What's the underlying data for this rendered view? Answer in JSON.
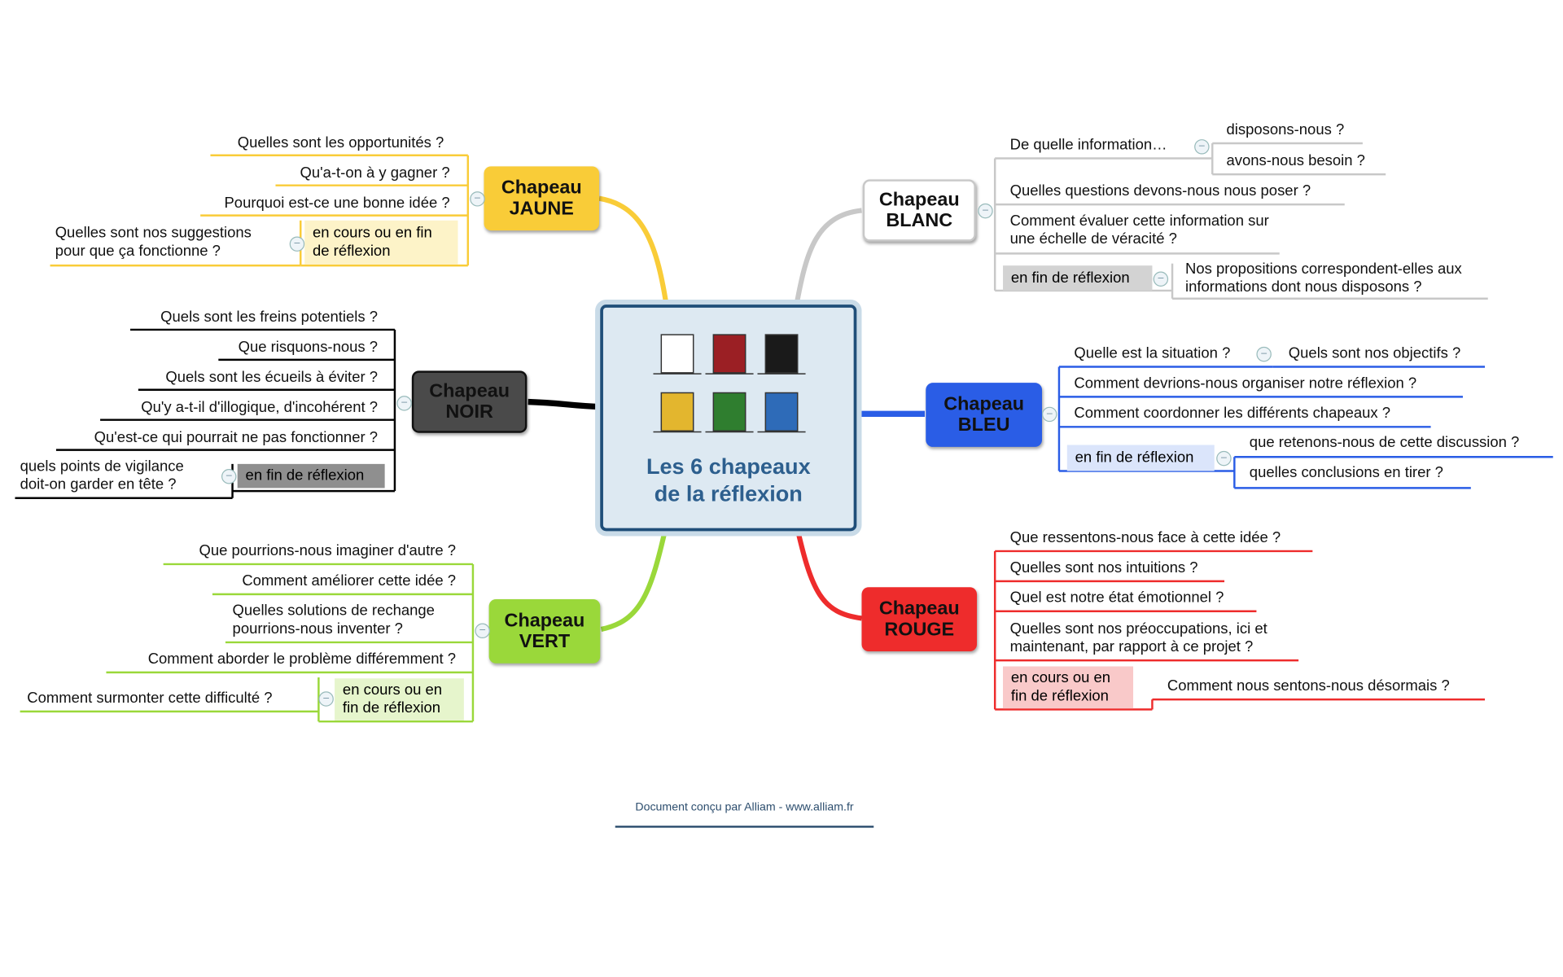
{
  "center": {
    "title_line1": "Les 6 chapeaux",
    "title_line2": "de la réflexion"
  },
  "footer": {
    "credit": "Document conçu par Alliam - www.alliam.fr"
  },
  "colors": {
    "jaune": "#f9cc38",
    "blanc": "#ffffff",
    "noir": "#4a4a4a",
    "bleu": "#2a5de6",
    "vert": "#9ad83a",
    "rouge": "#ee2c2c"
  },
  "hats": {
    "jaune": {
      "label": [
        "Chapeau",
        "JAUNE"
      ],
      "items": [
        "Quelles sont les opportunités ?",
        "Qu'a-t-on à y gagner ?",
        "Pourquoi est-ce une bonne idée ?"
      ],
      "tag": "en cours ou en fin de réflexion",
      "tag_items": [
        "Quelles sont nos suggestions pour que ça fonctionne ?"
      ]
    },
    "noir": {
      "label": [
        "Chapeau",
        "NOIR"
      ],
      "items": [
        "Quels sont les freins potentiels ?",
        "Que risquons-nous ?",
        "Quels sont les écueils à éviter ?",
        "Qu'y a-t-il d'illogique, d'incohérent ?",
        "Qu'est-ce qui pourrait ne pas fonctionner ?"
      ],
      "tag": "en fin de réflexion",
      "tag_items": [
        "quels points de vigilance doit-on garder en tête ?"
      ]
    },
    "vert": {
      "label": [
        "Chapeau",
        "VERT"
      ],
      "items": [
        "Que pourrions-nous imaginer d'autre ?",
        "Comment améliorer cette idée ?",
        "Quelles solutions de rechange pourrions-nous inventer ?",
        "Comment aborder le problème différemment ?"
      ],
      "tag": "en cours ou en fin de réflexion",
      "tag_items": [
        "Comment surmonter cette difficulté ?"
      ]
    },
    "blanc": {
      "label": [
        "Chapeau",
        "BLANC"
      ],
      "group": "De quelle information…",
      "group_items": [
        "disposons-nous ?",
        "avons-nous besoin ?"
      ],
      "items": [
        "Quelles questions devons-nous nous poser ?",
        "Comment évaluer cette information sur une échelle de véracité ?"
      ],
      "tag": "en fin de réflexion",
      "tag_items": [
        "Nos propositions correspondent-elles aux informations dont nous disposons ?"
      ]
    },
    "bleu": {
      "label": [
        "Chapeau",
        "BLEU"
      ],
      "group": "Quelle est la situation ?",
      "group_items": [
        "Quels sont nos objectifs ?"
      ],
      "items": [
        "Comment devrions-nous organiser notre réflexion ?",
        "Comment coordonner les différents chapeaux ?"
      ],
      "tag": "en fin de réflexion",
      "tag_items": [
        "que retenons-nous de cette discussion ?",
        "quelles conclusions en tirer ?"
      ]
    },
    "rouge": {
      "label": [
        "Chapeau",
        "ROUGE"
      ],
      "items": [
        "Que ressentons-nous face à cette idée ?",
        "Quelles sont nos intuitions ?",
        "Quel est notre état émotionnel ?",
        "Quelles sont nos préoccupations, ici et maintenant, par rapport à ce projet ?"
      ],
      "tag": "en cours ou en fin de réflexion",
      "tag_items": [
        "Comment nous sentons-nous désormais ?"
      ]
    }
  }
}
